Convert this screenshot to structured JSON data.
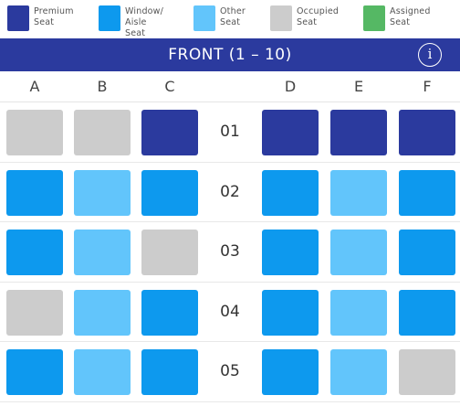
{
  "colors": {
    "premium": "#2b3a9e",
    "window": "#0d99ee",
    "other": "#62c5fb",
    "occupied": "#cccccc",
    "assigned": "#55b864",
    "header": "#2b3a9e"
  },
  "legend": [
    {
      "key": "premium",
      "label": "Premium\nSeat"
    },
    {
      "key": "window",
      "label": "Window/\nAisle Seat"
    },
    {
      "key": "other",
      "label": "Other\nSeat"
    },
    {
      "key": "occupied",
      "label": "Occupied\nSeat"
    },
    {
      "key": "assigned",
      "label": "Assigned\nSeat"
    }
  ],
  "header": {
    "title": "FRONT (1 – 10)",
    "info_icon": "i"
  },
  "columns": [
    "A",
    "B",
    "C",
    "D",
    "E",
    "F"
  ],
  "rows": [
    {
      "number": "01",
      "seats": [
        "occupied",
        "occupied",
        "premium",
        "premium",
        "premium",
        "premium"
      ]
    },
    {
      "number": "02",
      "seats": [
        "window",
        "other",
        "window",
        "window",
        "other",
        "window"
      ]
    },
    {
      "number": "03",
      "seats": [
        "window",
        "other",
        "occupied",
        "window",
        "other",
        "window"
      ]
    },
    {
      "number": "04",
      "seats": [
        "occupied",
        "other",
        "window",
        "window",
        "other",
        "window"
      ]
    },
    {
      "number": "05",
      "seats": [
        "window",
        "other",
        "window",
        "window",
        "other",
        "occupied"
      ]
    }
  ]
}
